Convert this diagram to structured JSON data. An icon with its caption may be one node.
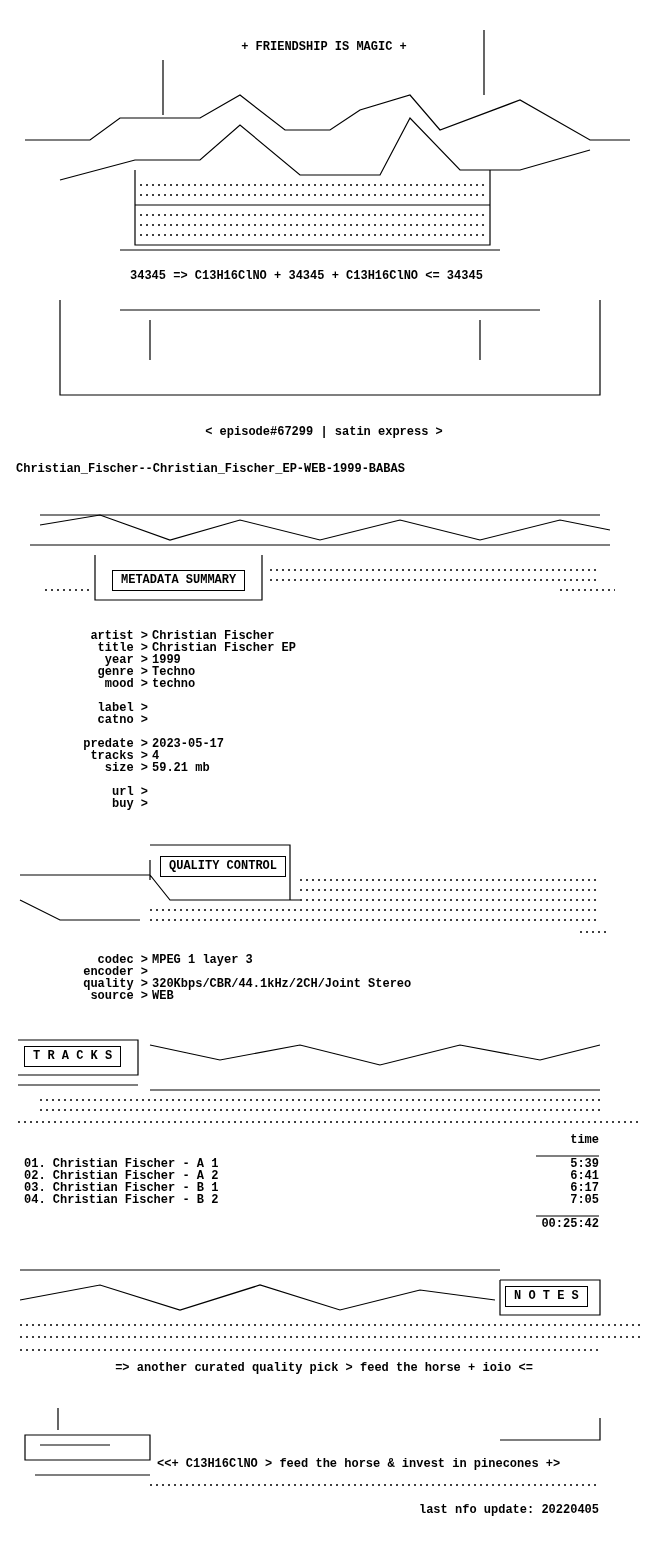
{
  "diagram": {
    "labels": [
      "+ FRIENDSHIP IS MAGIC +",
      "34345 => C13H16ClNO + 34345 + C13H16ClNO <= 34345",
      "< episode#67299 | satin express >",
      "Christian_Fischer--Christian_Fischer_EP-WEB-1999-BABAS",
      "METADATA SUMMARY",
      "artist >",
      "Christian Fischer",
      "title >",
      "Christian Fischer EP",
      "year >",
      "1999",
      "genre >",
      "Techno",
      "mood >",
      "techno",
      "label >",
      "catno >",
      "predate >",
      "2023-05-17",
      "tracks >",
      "4",
      "size >",
      "59.21 mb",
      "url >",
      "buy >",
      "QUALITY CONTROL",
      "codec >",
      "MPEG 1 layer 3",
      "encoder >",
      "quality >",
      "320Kbps/CBR/44.1kHz/2CH/Joint Stereo",
      "source >",
      "WEB",
      "T R A C K S",
      "time",
      "01. Christian Fischer - A 1",
      "5:39",
      "02. Christian Fischer - A 2",
      "6:41",
      "03. Christian Fischer - B 1",
      "6:17",
      "04. Christian Fischer - B 2",
      "7:05",
      "00:25:42",
      "N O T E S",
      "=> another curated quality pick > feed the horse + ioio <=",
      "<<+ C13H16ClNO > feed the horse & invest in pinecones +>",
      "last nfo update: 20220405"
    ]
  }
}
